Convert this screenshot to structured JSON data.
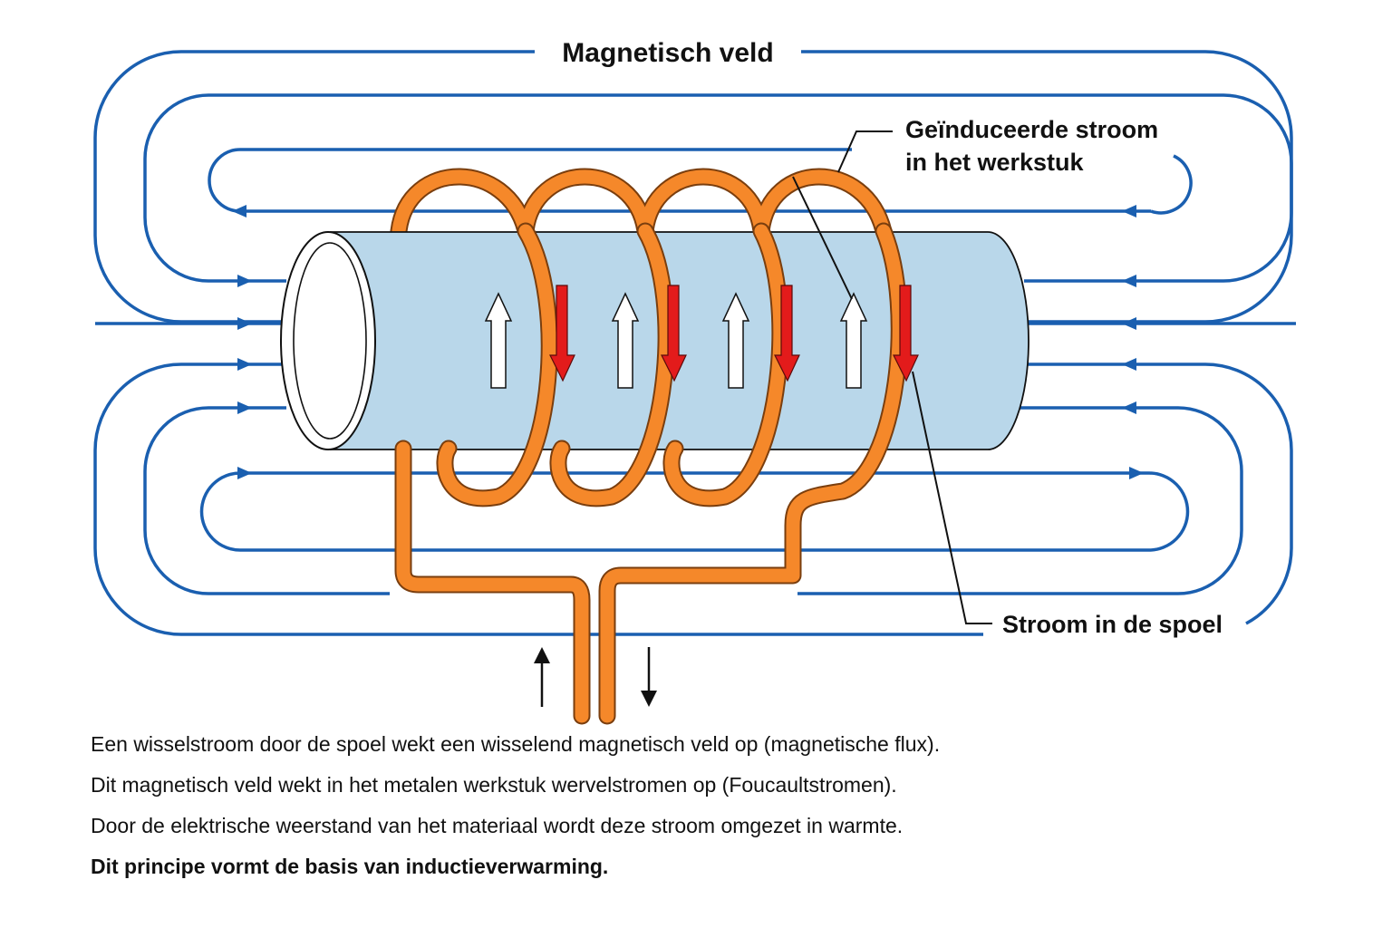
{
  "labels": {
    "magnetic_field": "Magnetisch veld",
    "induced_current_line1": "Geïnduceerde stroom",
    "induced_current_line2": "in het werkstuk",
    "coil_current": "Stroom in de spoel"
  },
  "captions": [
    "Een wisselstroom door de spoel wekt een wisselend magnetisch veld op (magnetische flux).",
    "Dit magnetisch veld wekt in het metalen werkstuk wervelstromen op (Foucaultstromen).",
    "Door de elektrische weerstand van het materiaal wordt deze stroom omgezet in warmte."
  ],
  "conclusion": "Dit principe vormt de basis van inductieverwarming.",
  "colors": {
    "field_line": "#1a5fb0",
    "coil": "#f5882a",
    "coil_outline": "#7a3e0e",
    "workpiece": "#b9d7ea",
    "induced_arrow": "#ffffff",
    "coil_current_arrow": "#e31b1b"
  }
}
